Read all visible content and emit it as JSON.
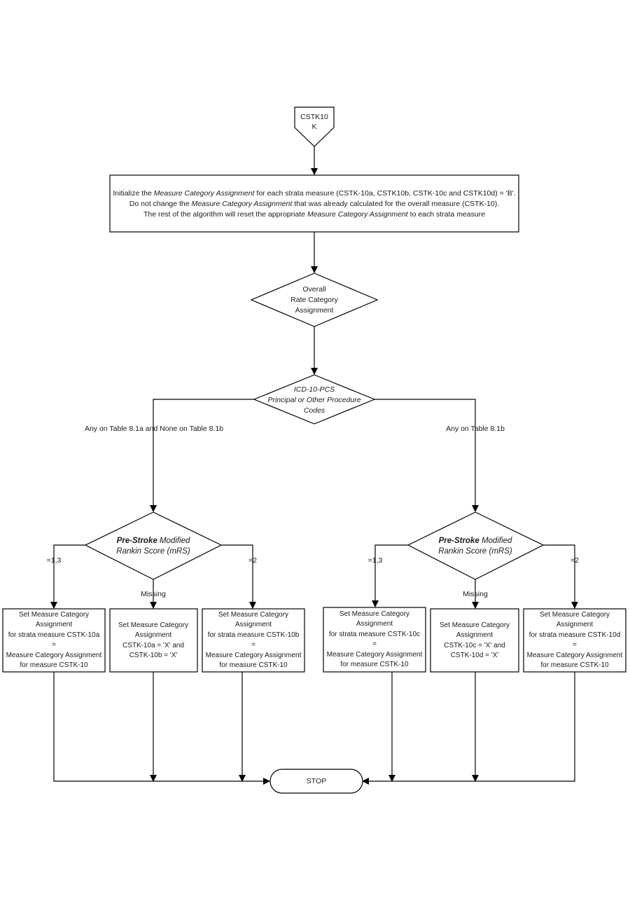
{
  "start": {
    "line1": "CSTK10",
    "line2": "K"
  },
  "init_box": {
    "line1": {
      "pre": "Initialize the ",
      "em": "Measure Category Assignment",
      "post": " for each strata measure (CSTK-10a, CSTK10b, CSTK-10c and CSTK10d) = 'B'."
    },
    "line2": {
      "pre": "Do not change the ",
      "em": "Measure Category Assignment",
      "post": " that was already calculated for the overall measure (CSTK-10)."
    },
    "line3": {
      "pre": "The rest of the algorithm will reset the appropriate ",
      "em": "Measure Category Assignment",
      "post": "  to each strata measure"
    }
  },
  "overall_decision": [
    "Overall",
    "Rate Category",
    "Assignment"
  ],
  "icd_decision": [
    "ICD-10-PCS",
    "Principal or Other Procedure",
    "Codes"
  ],
  "branch_labels": {
    "left": "Any on Table 8.1a  and  None on Table 8.1b",
    "right": "Any on Table 8.1b"
  },
  "mrs_decision": {
    "bold": "Pre-Stroke",
    "rest": " Modified",
    "line2": "Rankin Score (mRS)"
  },
  "mrs_labels": {
    "a": "=1,3",
    "missing": "Missing",
    "b": "=2"
  },
  "boxes": {
    "a": [
      "Set Measure Category",
      "Assignment",
      "for strata measure CSTK-10a",
      "=",
      "Measure Category Assignment",
      "for measure CSTK-10"
    ],
    "ab_missing": [
      "Set Measure Category",
      "Assignment",
      "CSTK-10a = 'X' and",
      "CSTK-10b  = 'X'"
    ],
    "b": [
      "Set Measure Category",
      "Assignment",
      "for strata measure CSTK-10b",
      "=",
      "Measure Category Assignment",
      "for measure CSTK-10"
    ],
    "c": [
      "Set Measure Category",
      "Assignment",
      "for strata measure CSTK-10c",
      "=",
      "Measure Category Assignment",
      "for measure CSTK-10"
    ],
    "cd_missing": [
      "Set Measure Category",
      "Assignment",
      "CSTK-10c = 'X' and",
      "CSTK-10d  = 'X'"
    ],
    "d": [
      "Set Measure Category",
      "Assignment",
      "for strata measure CSTK-10d",
      "=",
      "Measure Category Assignment",
      "for measure CSTK-10"
    ]
  },
  "stop": "STOP"
}
